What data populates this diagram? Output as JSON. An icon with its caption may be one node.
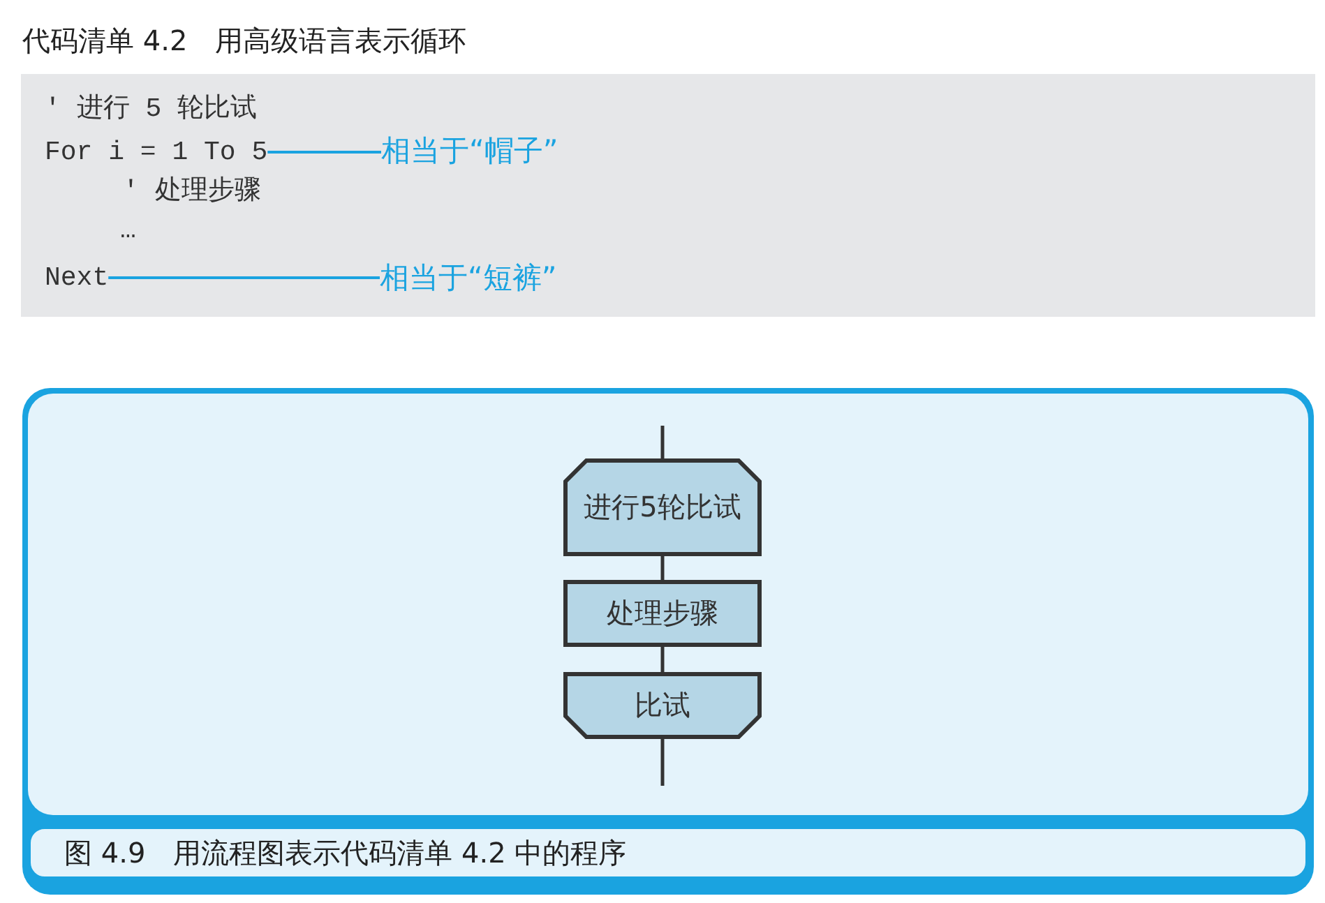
{
  "diagram": {
    "title": "代码清单 4.2　用高级语言表示循环",
    "nodes": [
      {
        "text": [
          "For i = 1 To 5"
        ]
      },
      {
        "text": [
          "相当于“帽子”"
        ]
      },
      {
        "text": [
          "Next"
        ]
      },
      {
        "text": [
          "相当于“短裤”"
        ]
      },
      {
        "text": [
          "图 4.9　用流程图表示代码清单 4.2 中的程序"
        ]
      },
      {
        "text": [
          "进行5轮比试"
        ],
        "in": 4
      },
      {
        "text": [
          "处理步骤"
        ],
        "in": 4
      },
      {
        "text": [
          "比试"
        ],
        "in": 4
      }
    ],
    "edges": [
      {
        "from": 1,
        "to": 0,
        "arrow": "none",
        "color": "#1aa3e0"
      },
      {
        "from": 3,
        "to": 2,
        "arrow": "none",
        "color": "#1aa3e0"
      },
      {
        "from": null,
        "to": 5,
        "arrow": "none"
      },
      {
        "from": 5,
        "to": 6,
        "arrow": "none"
      },
      {
        "from": 6,
        "to": 7,
        "arrow": "none"
      },
      {
        "from": 7,
        "to": null,
        "arrow": "none"
      }
    ],
    "labels": [
      "' 进行 5 轮比试",
      "' 处理步骤",
      "…"
    ]
  }
}
